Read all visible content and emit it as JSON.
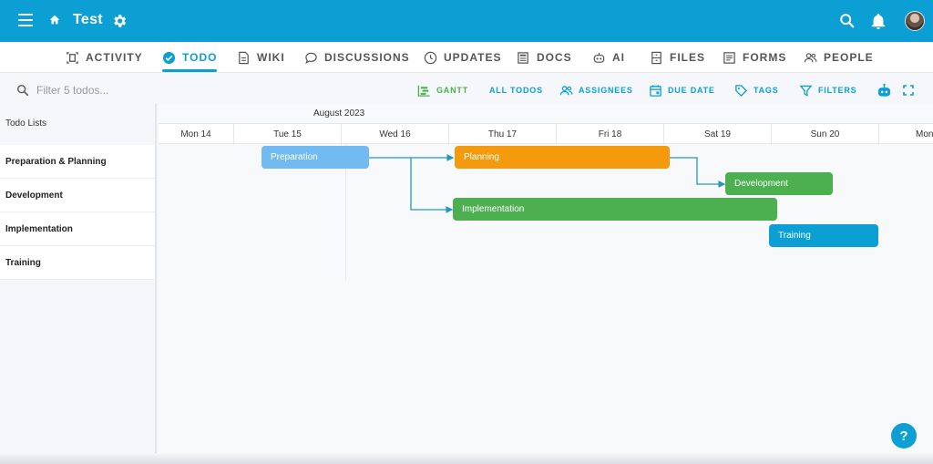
{
  "header": {
    "title": "Test",
    "avatar_alt": ""
  },
  "tabs": [
    {
      "label": "ACTIVITY",
      "icon": "activity-icon"
    },
    {
      "label": "TODO",
      "icon": "check-circle-icon"
    },
    {
      "label": "WIKI",
      "icon": "document-icon"
    },
    {
      "label": "DISCUSSIONS",
      "icon": "chat-icon"
    },
    {
      "label": "UPDATES",
      "icon": "clock-icon"
    },
    {
      "label": "DOCS",
      "icon": "docs-icon"
    },
    {
      "label": "AI",
      "icon": "robot-icon"
    },
    {
      "label": "FILES",
      "icon": "file-cabinet-icon"
    },
    {
      "label": "FORMS",
      "icon": "form-icon"
    },
    {
      "label": "PEOPLE",
      "icon": "people-icon"
    }
  ],
  "filter": {
    "placeholder": "Filter 5 todos...",
    "buttons": [
      {
        "label": "GANTT"
      },
      {
        "label": "ALL TODOS"
      },
      {
        "label": "ASSIGNEES"
      },
      {
        "label": "DUE DATE"
      },
      {
        "label": "TAGS"
      },
      {
        "label": "FILTERS"
      }
    ]
  },
  "todo_lists": {
    "heading": "Todo Lists",
    "items": [
      "Preparation & Planning",
      "Development",
      "Implementation",
      "Training"
    ]
  },
  "gantt": {
    "month": "August 2023",
    "days": [
      "Mon 14",
      "Tue 15",
      "Wed 16",
      "Thu 17",
      "Fri 18",
      "Sat 19",
      "Sun 20",
      "Mon"
    ],
    "tasks": [
      {
        "name": "Preparation",
        "color": "#72bbf2"
      },
      {
        "name": "Planning",
        "color": "#f59a0c"
      },
      {
        "name": "Development",
        "color": "#4caf50"
      },
      {
        "name": "Implementation",
        "color": "#4caf50"
      },
      {
        "name": "Training",
        "color": "#0b9fd4"
      }
    ]
  },
  "help_label": "?"
}
